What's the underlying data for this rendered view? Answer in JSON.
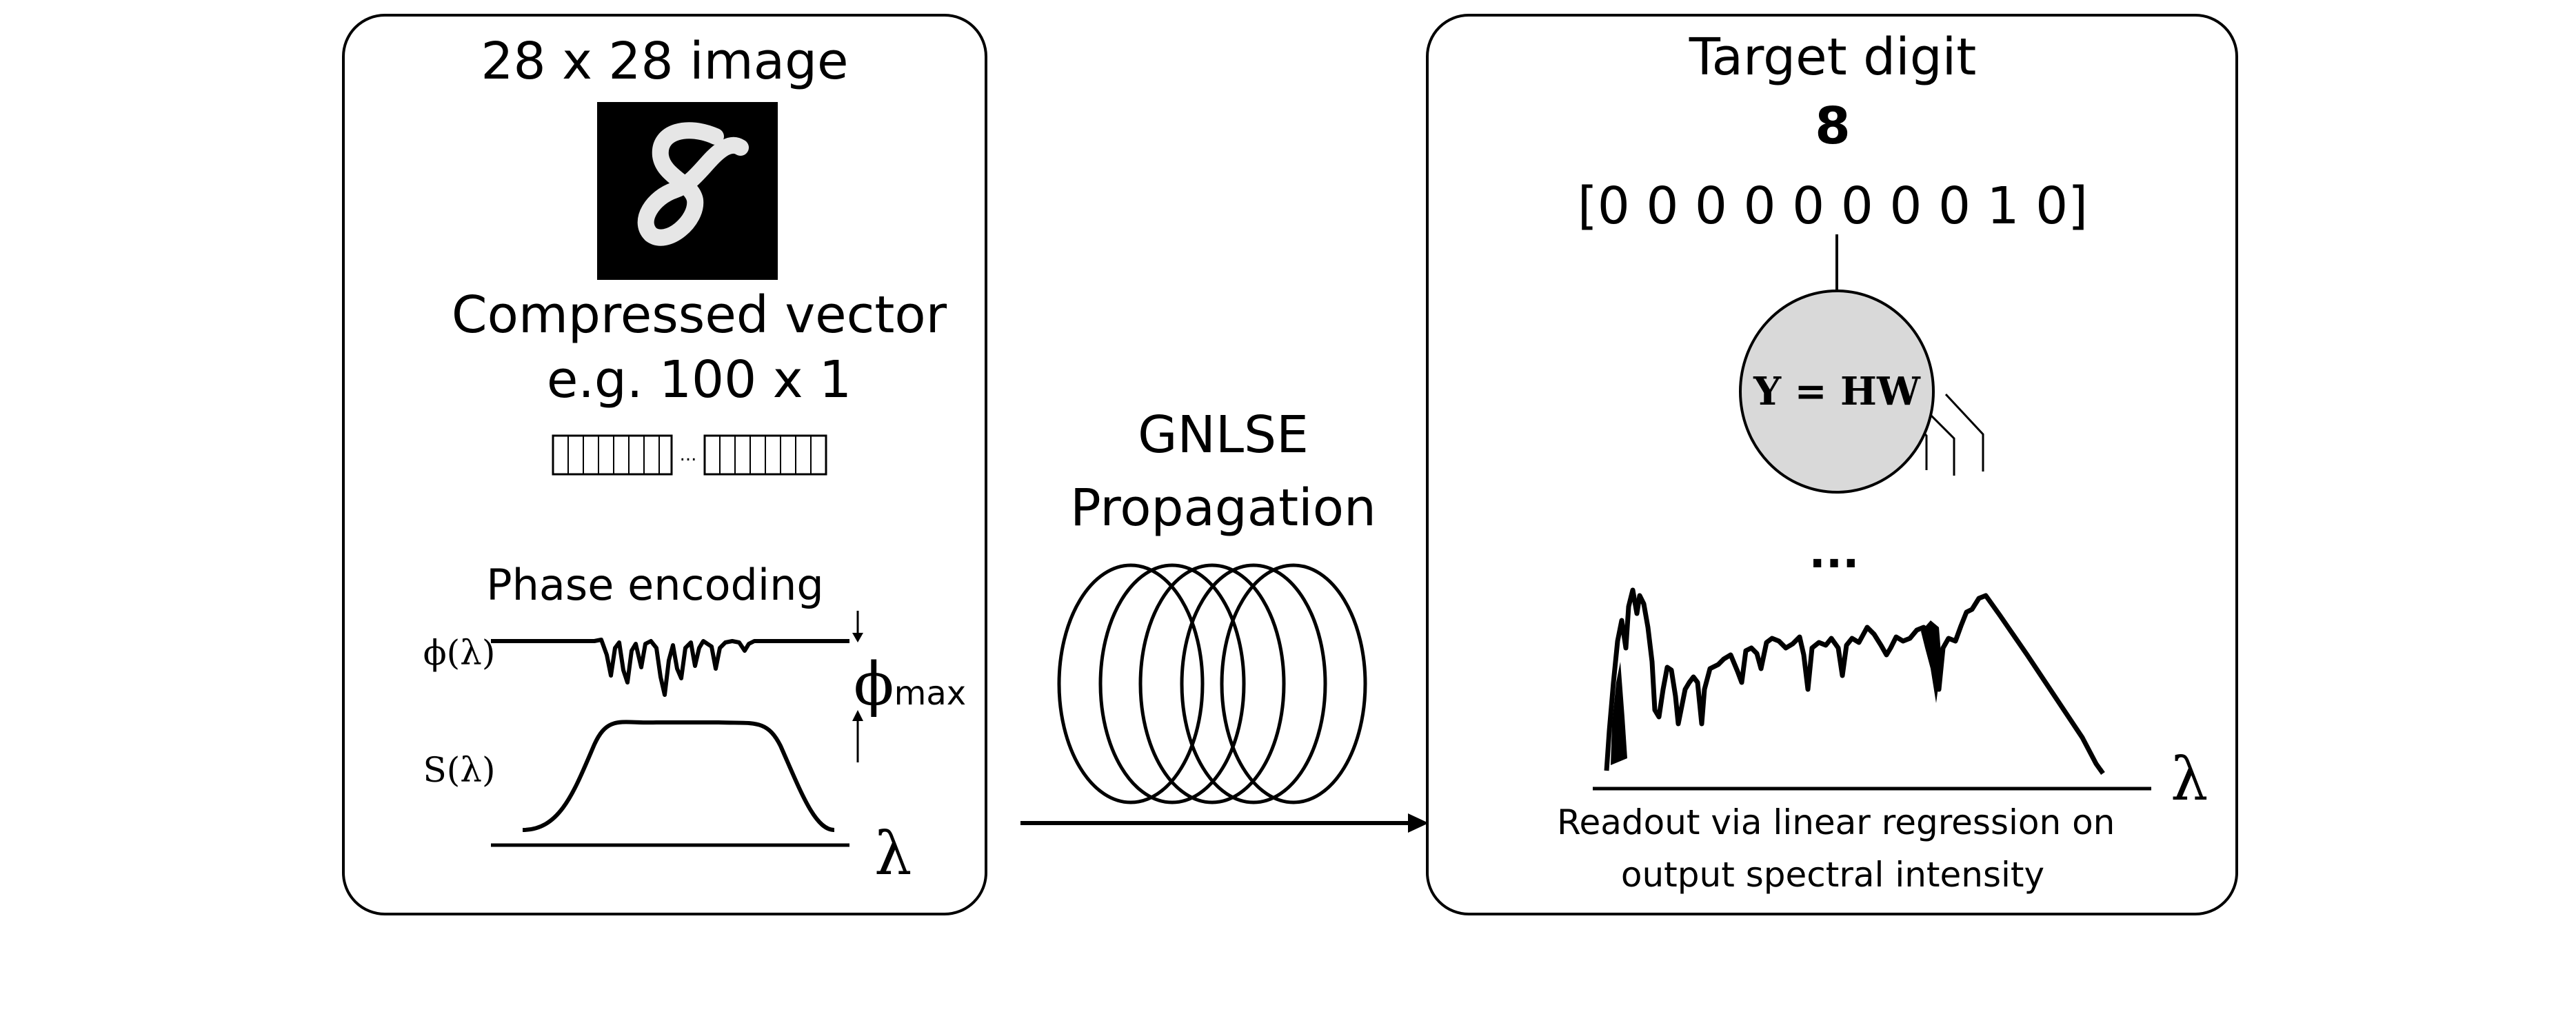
{
  "input_panel": {
    "image_title": "28 x 28 image",
    "digit_glyph": "8",
    "compressed_title": "Compressed vector",
    "compressed_size": "e.g. 100 x 1",
    "vector_ellipsis": "...",
    "phase_title": "Phase encoding",
    "phi_label": "ϕ(λ)",
    "s_label": "S(λ)",
    "phimax_symbol": "ϕ",
    "phimax_sub": "max",
    "lambda_label": "λ"
  },
  "propagation": {
    "line1": "GNLSE",
    "line2": "Propagation"
  },
  "output_panel": {
    "target_title": "Target digit",
    "target_digit": "8",
    "target_vector": "[0 0 0 0 0 0 0 0 1 0]",
    "node_label": "Y = HW",
    "dots": "...",
    "lambda_label": "λ",
    "readout_line1": "Readout via linear  regression on",
    "readout_line2": "output  spectral intensity"
  },
  "colors": {
    "node_fill": "#d9d9d9",
    "ink": "#000000",
    "mnist_bg": "#000000",
    "mnist_digit": "#f2f2f2"
  }
}
